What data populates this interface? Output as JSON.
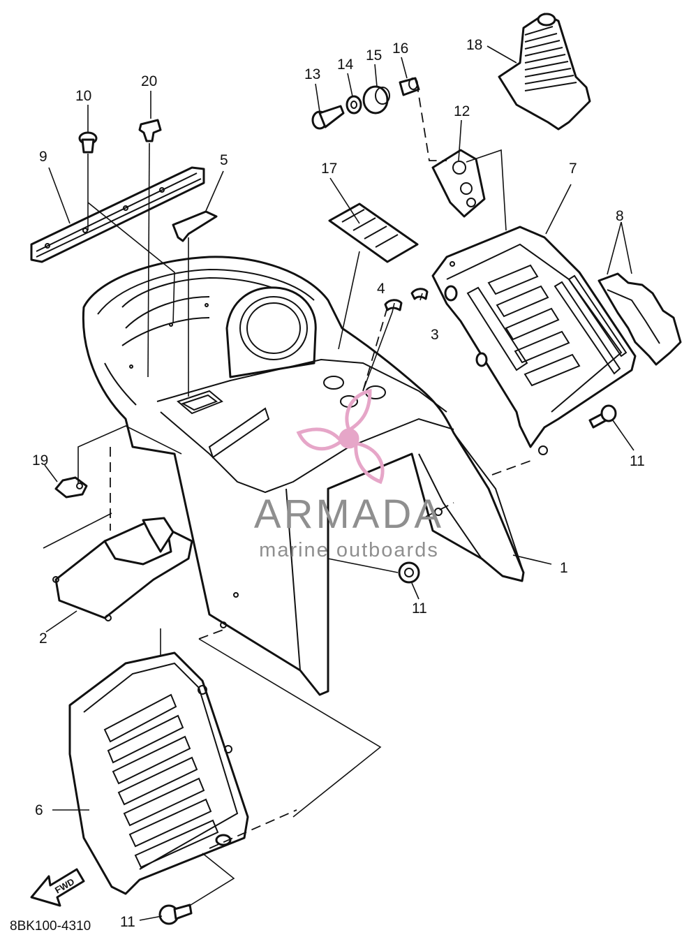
{
  "diagram": {
    "part_code": "8BK100-4310",
    "watermark": {
      "brand": "ARMADA",
      "tagline": "marine outboards",
      "color": "#e6a6c8"
    },
    "fwd_label": "FWD",
    "callouts": {
      "c1": "1",
      "c2": "2",
      "c3": "3",
      "c4": "4",
      "c5": "5",
      "c6": "6",
      "c7": "7",
      "c8": "8",
      "c9": "9",
      "c10": "10",
      "c11a": "11",
      "c11b": "11",
      "c11c": "11",
      "c12": "12",
      "c13": "13",
      "c14": "14",
      "c15": "15",
      "c16": "16",
      "c17": "17",
      "c18": "18",
      "c19": "19",
      "c20": "20"
    }
  }
}
